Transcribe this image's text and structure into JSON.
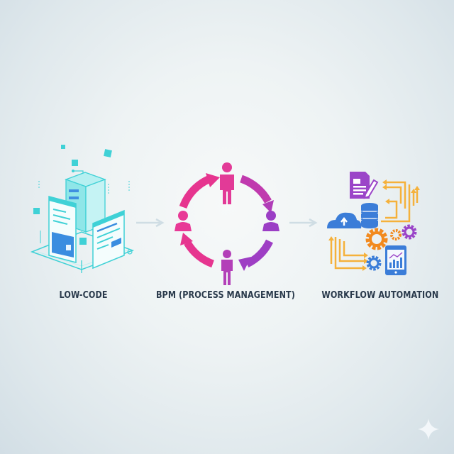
{
  "diagram": {
    "stages": [
      {
        "id": "low-code",
        "label": "LOW-CODE",
        "icon": "isometric-server-and-app-windows-icon",
        "color": "#3fd1d6"
      },
      {
        "id": "bpm",
        "label": "BPM (PROCESS MANAGEMENT)",
        "icon": "people-cycle-icon",
        "colors": [
          "#e6358f",
          "#9b3fc4"
        ]
      },
      {
        "id": "workflow",
        "label": "WORKFLOW AUTOMATION",
        "icon": "automation-cluster-icon",
        "colors": [
          "#3b7dd8",
          "#f28a1e",
          "#9b3fc4",
          "#f5b13b"
        ]
      }
    ],
    "connectors": [
      {
        "from": "low-code",
        "to": "bpm",
        "icon": "arrow-right-icon"
      },
      {
        "from": "bpm",
        "to": "workflow",
        "icon": "arrow-right-icon"
      }
    ],
    "watermark_icon": "sparkle-icon"
  }
}
